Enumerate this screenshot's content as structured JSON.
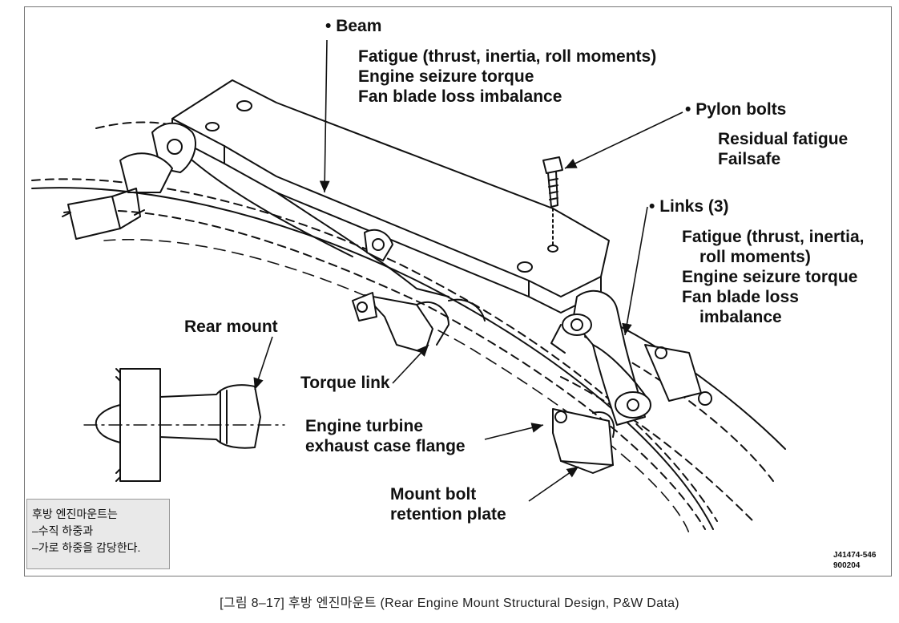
{
  "labels": {
    "beam": {
      "title": "Beam",
      "lines": [
        "Fatigue (thrust, inertia, roll moments)",
        "Engine seizure torque",
        "Fan blade loss imbalance"
      ]
    },
    "pylon_bolts": {
      "title": "Pylon bolts",
      "lines": [
        "Residual fatigue",
        "Failsafe"
      ]
    },
    "links": {
      "title": "Links (3)",
      "lines": [
        "Fatigue (thrust, inertia,",
        "roll moments)",
        "Engine seizure torque",
        "Fan blade loss",
        "imbalance"
      ]
    },
    "rear_mount": "Rear mount",
    "torque_link": "Torque link",
    "flange": [
      "Engine turbine",
      "exhaust case flange"
    ],
    "mount_bolt": [
      "Mount bolt",
      "retention plate"
    ]
  },
  "note": [
    "후방 엔진마운트는",
    "–수직 하중과",
    "–가로 하중을 감당한다."
  ],
  "drawing_code": [
    "J41474-546",
    "900204"
  ],
  "caption": "[그림 8–17] 후방 엔진마운트 (Rear Engine Mount Structural Design, P&W Data)"
}
